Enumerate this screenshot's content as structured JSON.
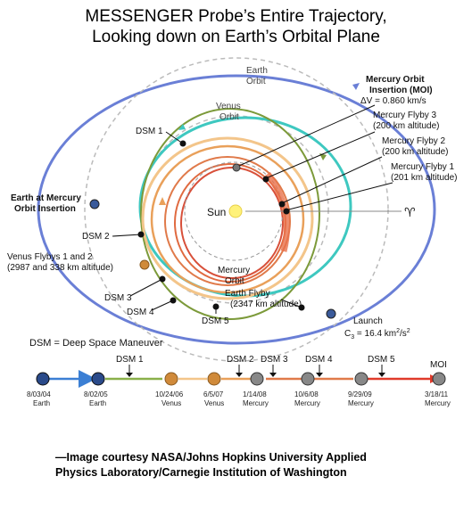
{
  "title": {
    "line1": "MESSENGER Probe’s Entire Trajectory,",
    "line2": "Looking down on Earth’s Orbital Plane"
  },
  "labels": {
    "earth_orbit_1": "Earth",
    "earth_orbit_2": "Orbit",
    "venus_orbit_1": "Venus",
    "venus_orbit_2": "Orbit",
    "mercury_orbit_1": "Mercury",
    "mercury_orbit_2": "Orbit",
    "sun": "Sun",
    "aries": "♈",
    "moi_1": "Mercury Orbit",
    "moi_2": "Insertion (MOI)",
    "moi_3": "ΔV = 0.860 km/s",
    "flyby3_1": "Mercury Flyby 3",
    "flyby3_2": "(200 km altitude)",
    "flyby2_1": "Mercury Flyby 2",
    "flyby2_2": "(200 km altitude)",
    "flyby1_1": "Mercury Flyby 1",
    "flyby1_2": "(201 km altitude)",
    "earth_moi_1": "Earth at Mercury",
    "earth_moi_2": "Orbit Insertion",
    "dsm1": "DSM 1",
    "dsm2": "DSM 2",
    "dsm3": "DSM 3",
    "dsm4": "DSM 4",
    "dsm5": "DSM 5",
    "venus_flybys_1": "Venus Flybys 1 and 2",
    "venus_flybys_2": "(2987 and 338 km altitude)",
    "earth_flyby_1": "Earth Flyby",
    "earth_flyby_2": "(2347 km altitude)",
    "launch": "Launch",
    "c3_prefix": "C",
    "c3_sub": "3",
    "c3_value": " = 16.4 km",
    "c3_sup1": "2",
    "c3_mid": "/s",
    "c3_sup2": "2",
    "dsm_legend": "DSM = Deep Space Maneuver"
  },
  "timeline": {
    "dsm_markers": [
      "DSM 1",
      "DSM 2",
      "DSM 3",
      "DSM 4",
      "DSM 5",
      "MOI"
    ],
    "events": [
      {
        "date": "8/03/04",
        "body": "Earth"
      },
      {
        "date": "8/02/05",
        "body": "Earth"
      },
      {
        "date": "10/24/06",
        "body": "Venus"
      },
      {
        "date": "6/5/07",
        "body": "Venus"
      },
      {
        "date": "1/14/08",
        "body": "Mercury"
      },
      {
        "date": "10/6/08",
        "body": "Mercury"
      },
      {
        "date": "9/29/09",
        "body": "Mercury"
      },
      {
        "date": "3/18/11",
        "body": "Mercury"
      }
    ]
  },
  "credit": {
    "line1": "—Image courtesy NASA/Johns Hopkins University Applied",
    "line2": "Physics Laboratory/Carnegie Institution of Washington"
  },
  "colors": {
    "earth_orbit": "#6a7fd6",
    "venus_orbit": "#3ec8c0",
    "earth_phase": "#7c9a3a",
    "venus_phase_light": "#f3c58a",
    "venus_phase": "#e9a05a",
    "mercury_phase": "#e0603a",
    "final_orbit": "#d8503a",
    "sun": "#fff27a"
  }
}
